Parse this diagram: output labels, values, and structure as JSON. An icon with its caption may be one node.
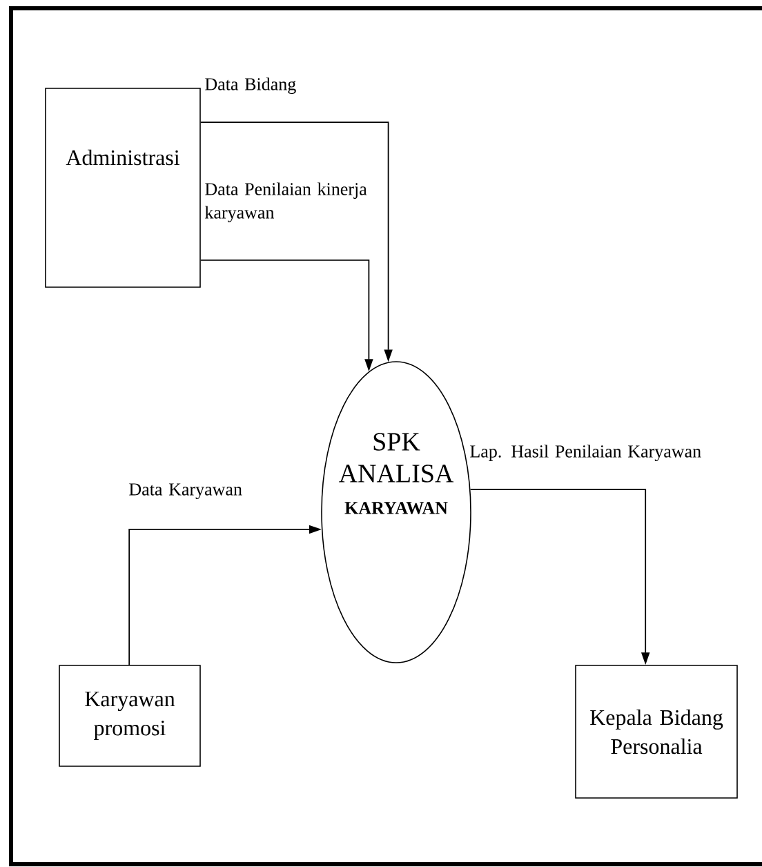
{
  "diagram": {
    "nodes": [
      {
        "text": [
          "Administrasi"
        ]
      },
      {
        "text": [
          "SPK ANALISA",
          "KARYAWAN"
        ]
      },
      {
        "text": [
          "Karyawan promosi"
        ]
      },
      {
        "text": [
          "Kepala Bidang Personalia"
        ]
      }
    ],
    "edges": [
      {
        "from": 0,
        "to": 1,
        "arrow": "to",
        "label": "Data Bidang"
      },
      {
        "from": 0,
        "to": 1,
        "arrow": "to",
        "label": "Data Penilaian kinerja karyawan"
      },
      {
        "from": 2,
        "to": 1,
        "arrow": "to",
        "label": "Data Karyawan"
      },
      {
        "from": 1,
        "to": 3,
        "arrow": "to",
        "label": "Lap. Hasil Penilaian Karyawan"
      }
    ]
  }
}
